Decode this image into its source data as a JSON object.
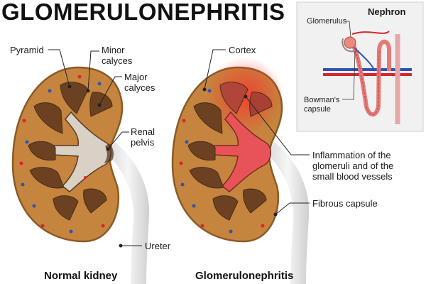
{
  "title": "GLOMERULONEPHRITIS",
  "labels": {
    "pyramid": "Pyramid",
    "minor_calyces": "Minor\ncalyces",
    "major_calyces": "Major\ncalyces",
    "renal_pelvis": "Renal\npelvis",
    "ureter": "Ureter",
    "cortex": "Cortex",
    "inflammation": "Inflammation of the\nglomeruli and of the\nsmall blood vessels",
    "fibrous_capsule": "Fibrous capsule"
  },
  "captions": {
    "normal": "Normal kidney",
    "gn": "Glomerulonephritis"
  },
  "inset": {
    "title": "Nephron",
    "glomerulus": "Glomerulus",
    "bowmans": "Bowman's\ncapsule"
  },
  "colors": {
    "kidney": "#c5853f",
    "capsule": "#8a5a26",
    "pyramid": "#6b4121",
    "normal_pelvis": "#d9d0c6",
    "inflamed_pelvis": "#e8535a",
    "artery": "#d8262b",
    "vein": "#2f53b5"
  }
}
